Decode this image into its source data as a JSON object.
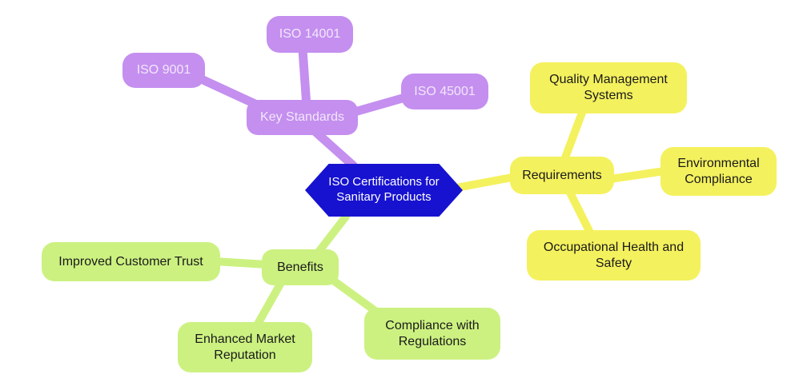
{
  "colors": {
    "background": "#ffffff",
    "centerBg": "#1712d0",
    "centerText": "#ffffff",
    "purple": "#c48fef",
    "purpleText": "#f2e7fc",
    "yellow": "#f4f15e",
    "green": "#ccf181",
    "inkText": "#1a1a1a"
  },
  "center": {
    "label": "ISO Certifications for Sanitary Products"
  },
  "branches": [
    {
      "name": "Key Standards",
      "color": "#c48fef",
      "children": [
        "ISO 9001",
        "ISO 14001",
        "ISO 45001"
      ]
    },
    {
      "name": "Requirements",
      "color": "#f4f15e",
      "children": [
        "Quality Management Systems",
        "Environmental Compliance",
        "Occupational Health and Safety"
      ]
    },
    {
      "name": "Benefits",
      "color": "#ccf181",
      "children": [
        "Improved Customer Trust",
        "Enhanced Market Reputation",
        "Compliance with Regulations"
      ]
    }
  ]
}
